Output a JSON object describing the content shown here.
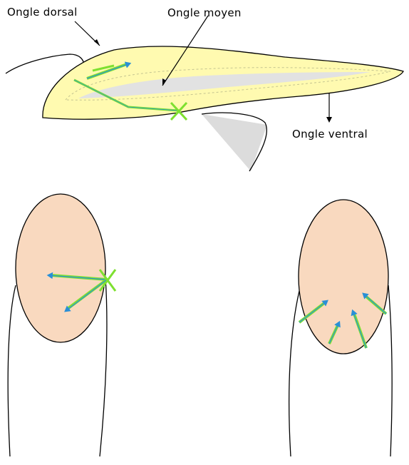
{
  "labels": {
    "dorsal": "Ongle dorsal",
    "moyen": "Ongle moyen",
    "ventral": "Ongle ventral"
  },
  "colors": {
    "nail": "#fffab0",
    "nail_inner": "#e2e2e2",
    "shadow": "#dcdcdc",
    "skin": "#f9d9bf",
    "outline": "#000000",
    "green": "#7ee030",
    "blue": "#2a8fd6"
  }
}
